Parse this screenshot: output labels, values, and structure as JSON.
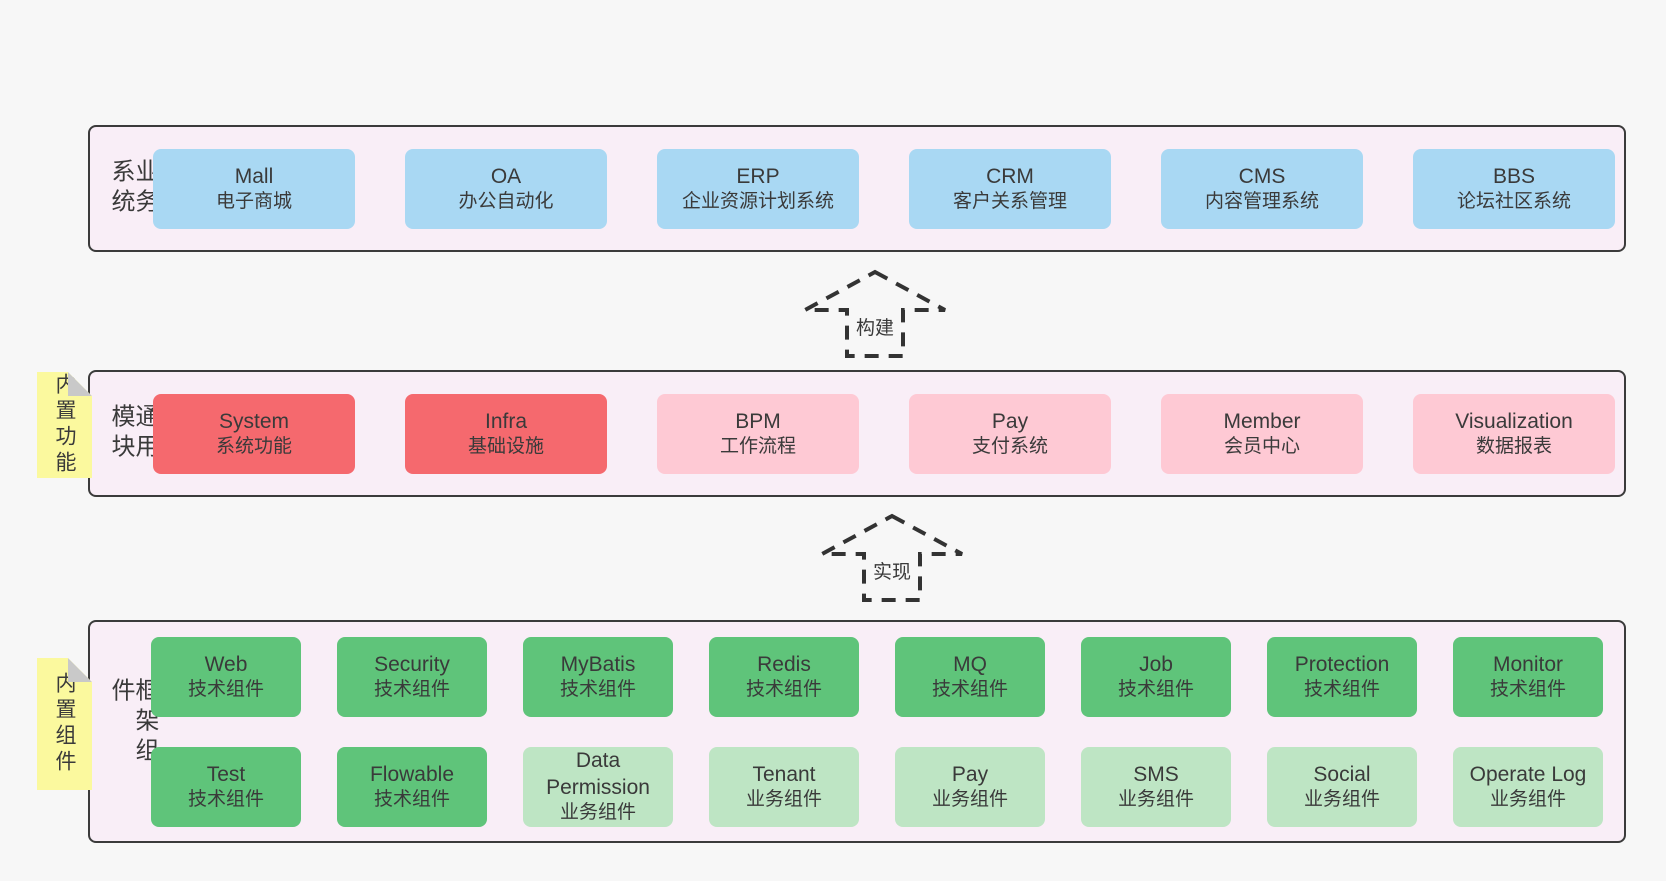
{
  "colors": {
    "page_bg": "#f7f7f7",
    "panel_bg": "#f9eef7",
    "panel_border": "#3b3b3b",
    "blue": "#a9d8f3",
    "red": "#f5696e",
    "pink": "#fec9d4",
    "green": "#5fc47a",
    "light_green": "#bee5c4",
    "sticky_bg": "#fbf99e",
    "sticky_fold": "#c9c9c9",
    "text": "#3a3a3a"
  },
  "arrows": [
    {
      "label": "构建"
    },
    {
      "label": "实现"
    }
  ],
  "layers": [
    {
      "label": "业务系统",
      "sticky": "",
      "rows": [
        [
          {
            "title": "Mall",
            "subtitle": "电子商城",
            "variant": "blue"
          },
          {
            "title": "OA",
            "subtitle": "办公自动化",
            "variant": "blue"
          },
          {
            "title": "ERP",
            "subtitle": "企业资源计划系统",
            "variant": "blue"
          },
          {
            "title": "CRM",
            "subtitle": "客户关系管理",
            "variant": "blue"
          },
          {
            "title": "CMS",
            "subtitle": "内容管理系统",
            "variant": "blue"
          },
          {
            "title": "BBS",
            "subtitle": "论坛社区系统",
            "variant": "blue"
          }
        ]
      ]
    },
    {
      "label": "通用模块",
      "sticky": "内置功能",
      "rows": [
        [
          {
            "title": "System",
            "subtitle": "系统功能",
            "variant": "red"
          },
          {
            "title": "Infra",
            "subtitle": "基础设施",
            "variant": "red"
          },
          {
            "title": "BPM",
            "subtitle": "工作流程",
            "variant": "pink"
          },
          {
            "title": "Pay",
            "subtitle": "支付系统",
            "variant": "pink"
          },
          {
            "title": "Member",
            "subtitle": "会员中心",
            "variant": "pink"
          },
          {
            "title": "Visualization",
            "subtitle": "数据报表",
            "variant": "pink"
          }
        ]
      ]
    },
    {
      "label": "框架组件",
      "sticky": "内置组件",
      "rows": [
        [
          {
            "title": "Web",
            "subtitle": "技术组件",
            "variant": "green"
          },
          {
            "title": "Security",
            "subtitle": "技术组件",
            "variant": "green"
          },
          {
            "title": "MyBatis",
            "subtitle": "技术组件",
            "variant": "green"
          },
          {
            "title": "Redis",
            "subtitle": "技术组件",
            "variant": "green"
          },
          {
            "title": "MQ",
            "subtitle": "技术组件",
            "variant": "green"
          },
          {
            "title": "Job",
            "subtitle": "技术组件",
            "variant": "green"
          },
          {
            "title": "Protection",
            "subtitle": "技术组件",
            "variant": "green"
          },
          {
            "title": "Monitor",
            "subtitle": "技术组件",
            "variant": "green"
          }
        ],
        [
          {
            "title": "Test",
            "subtitle": "技术组件",
            "variant": "green"
          },
          {
            "title": "Flowable",
            "subtitle": "技术组件",
            "variant": "green"
          },
          {
            "title": "Data Permission",
            "subtitle": "业务组件",
            "variant": "light-green"
          },
          {
            "title": "Tenant",
            "subtitle": "业务组件",
            "variant": "light-green"
          },
          {
            "title": "Pay",
            "subtitle": "业务组件",
            "variant": "light-green"
          },
          {
            "title": "SMS",
            "subtitle": "业务组件",
            "variant": "light-green"
          },
          {
            "title": "Social",
            "subtitle": "业务组件",
            "variant": "light-green"
          },
          {
            "title": "Operate Log",
            "subtitle": "业务组件",
            "variant": "light-green"
          }
        ]
      ]
    }
  ]
}
